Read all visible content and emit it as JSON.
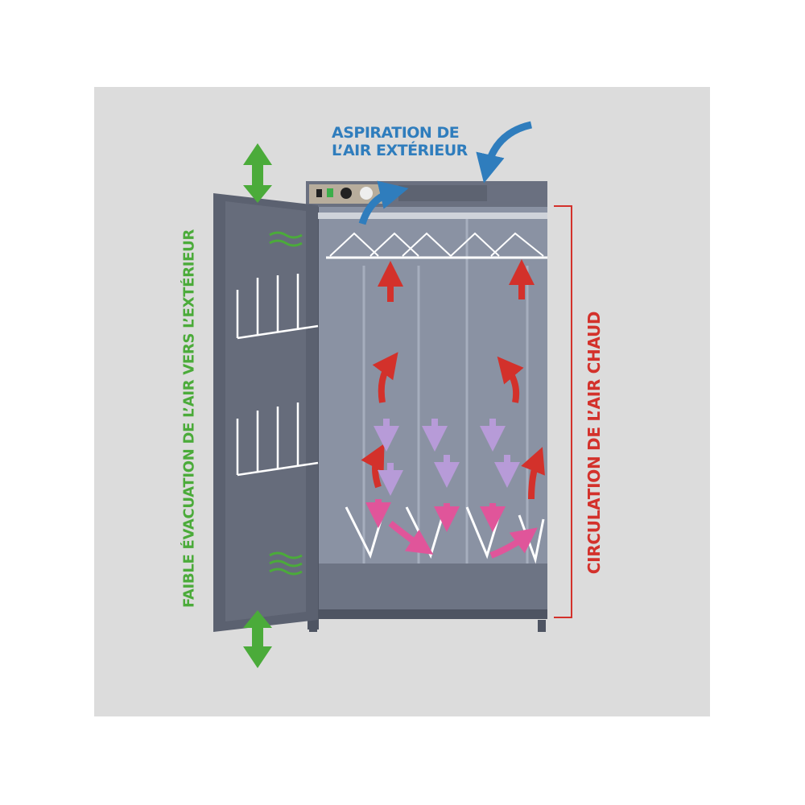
{
  "labels": {
    "aspiration_line1": "ASPIRATION DE",
    "aspiration_line2": "L’AIR EXTÉRIEUR",
    "faible_evacuation": "FAIBLE ÉVACUATION DE L’AIR VERS L’EXTÉRIEUR",
    "circulation": "CIRCULATION DE L’AIR CHAUD"
  },
  "colors": {
    "background_panel": "#dcdcdc",
    "intake_arrow": "#2f7dbd",
    "exhaust_arrow": "#4bab3a",
    "warm_air_arrow": "#d3312b",
    "descending_air_arrow": "#b79bd8",
    "recirculation_arrow": "#e0559a",
    "cabinet": "#5b6170"
  },
  "icons": [
    "up-down-arrow-icon",
    "curved-arrow-icon",
    "airflow-wave-icon"
  ]
}
